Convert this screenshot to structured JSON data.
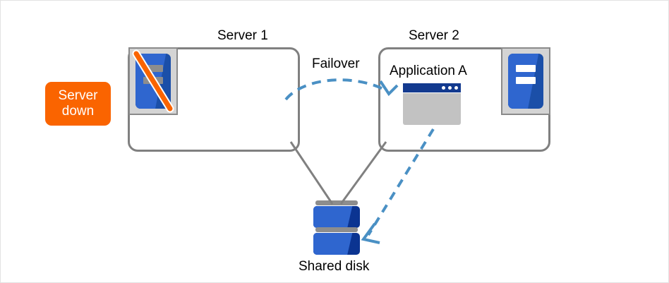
{
  "diagram": {
    "title_server1": "Server 1",
    "title_server2": "Server 2",
    "failover_label": "Failover",
    "application_label": "Application A",
    "shared_disk_label": "Shared disk",
    "badge": {
      "line1": "Server",
      "line2": "down"
    },
    "icons": {
      "server1": "server-down-icon",
      "server2": "server-running-icon",
      "disk": "shared-disk-icon",
      "app": "application-window-icon",
      "failover_arrow": "dashed-arrow-icon",
      "disk-access_arrow": "dashed-arrow-icon"
    },
    "colors": {
      "accent_orange": "#fa6400",
      "server_blue_light": "#2f66cf",
      "server_blue_dark": "#0b3491",
      "box_border_grey": "#808080",
      "arrow_blue": "#4a90c4",
      "window_titlebar": "#133a8f",
      "window_body": "#c2c2c2",
      "text_black": "#000000"
    }
  }
}
